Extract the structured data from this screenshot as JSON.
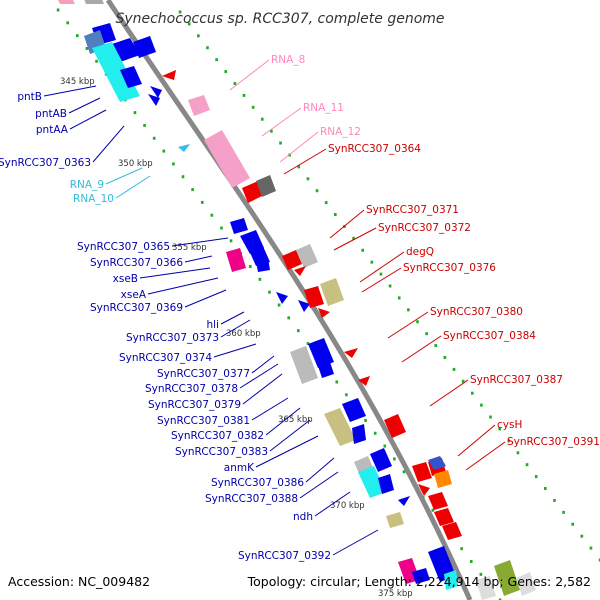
{
  "title": "Synechococcus sp. RCC307, complete genome",
  "accession": "Accession: NC_009482",
  "topology": "Topology: circular; Length: 2,224,914 bp; Genes: 2,582",
  "colors": {
    "backbone": "#888888",
    "forward_label": "#cc0000",
    "reverse_label": "#0000aa",
    "rna_label": "#ff88bb",
    "trna_label": "#33bbdd",
    "gc_dots": "#22aa22"
  },
  "kbp_marks": [
    "345 kbp",
    "350 kbp",
    "355 kbp",
    "360 kbp",
    "365 kbp",
    "370 kbp",
    "375 kbp"
  ],
  "left_labels": [
    {
      "text": "pntB",
      "kind": "reverse"
    },
    {
      "text": "pntAB",
      "kind": "reverse"
    },
    {
      "text": "pntAA",
      "kind": "reverse"
    },
    {
      "text": "SynRCC307_0363",
      "kind": "reverse"
    },
    {
      "text": "RNA_9",
      "kind": "trna"
    },
    {
      "text": "RNA_10",
      "kind": "trna"
    },
    {
      "text": "SynRCC307_0365",
      "kind": "reverse"
    },
    {
      "text": "SynRCC307_0366",
      "kind": "reverse"
    },
    {
      "text": "xseB",
      "kind": "reverse"
    },
    {
      "text": "xseA",
      "kind": "reverse"
    },
    {
      "text": "SynRCC307_0369",
      "kind": "reverse"
    },
    {
      "text": "hli",
      "kind": "reverse"
    },
    {
      "text": "SynRCC307_0373",
      "kind": "reverse"
    },
    {
      "text": "SynRCC307_0374",
      "kind": "reverse"
    },
    {
      "text": "SynRCC307_0377",
      "kind": "reverse"
    },
    {
      "text": "SynRCC307_0378",
      "kind": "reverse"
    },
    {
      "text": "SynRCC307_0379",
      "kind": "reverse"
    },
    {
      "text": "SynRCC307_0381",
      "kind": "reverse"
    },
    {
      "text": "SynRCC307_0382",
      "kind": "reverse"
    },
    {
      "text": "SynRCC307_0383",
      "kind": "reverse"
    },
    {
      "text": "anmK",
      "kind": "reverse"
    },
    {
      "text": "SynRCC307_0386",
      "kind": "reverse"
    },
    {
      "text": "SynRCC307_0388",
      "kind": "reverse"
    },
    {
      "text": "ndh",
      "kind": "reverse"
    },
    {
      "text": "SynRCC307_0392",
      "kind": "reverse"
    }
  ],
  "right_labels": [
    {
      "text": "RNA_8",
      "kind": "rna"
    },
    {
      "text": "RNA_11",
      "kind": "rna"
    },
    {
      "text": "RNA_12",
      "kind": "rna"
    },
    {
      "text": "SynRCC307_0364",
      "kind": "forward"
    },
    {
      "text": "SynRCC307_0371",
      "kind": "forward"
    },
    {
      "text": "SynRCC307_0372",
      "kind": "forward"
    },
    {
      "text": "degQ",
      "kind": "forward"
    },
    {
      "text": "SynRCC307_0376",
      "kind": "forward"
    },
    {
      "text": "SynRCC307_0380",
      "kind": "forward"
    },
    {
      "text": "SynRCC307_0384",
      "kind": "forward"
    },
    {
      "text": "SynRCC307_0387",
      "kind": "forward"
    },
    {
      "text": "cysH",
      "kind": "forward"
    },
    {
      "text": "SynRCC307_0391",
      "kind": "forward"
    }
  ]
}
